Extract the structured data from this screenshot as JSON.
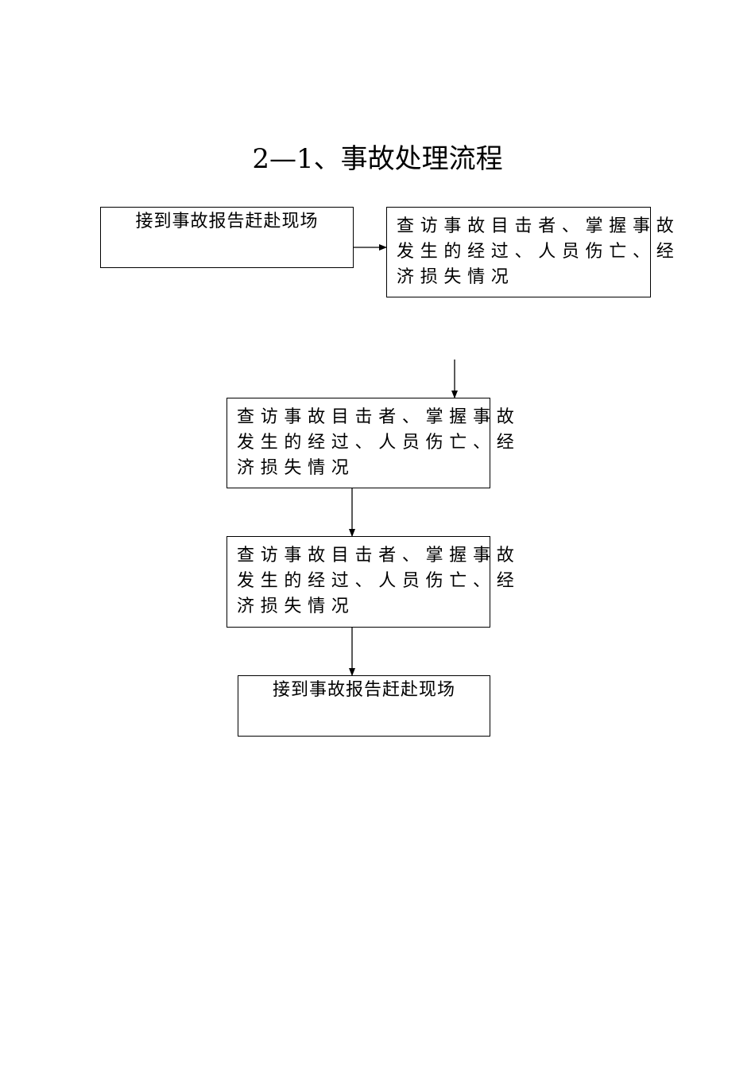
{
  "title": "2—1、事故处理流程",
  "nodes": {
    "receive_report": {
      "lines": [
        "接到事故报告赶赴现场"
      ]
    },
    "investigate_1": {
      "lines": [
        "查访事故目击者、掌握事故",
        "发生的经过、人员伤亡、经",
        "济损失情况"
      ]
    },
    "investigate_2": {
      "lines": [
        "查访事故目击者、掌握事故",
        "发生的经过、人员伤亡、经",
        "济损失情况"
      ]
    },
    "investigate_3": {
      "lines": [
        "查访事故目击者、掌握事故",
        "发生的经过、人员伤亡、经",
        "济损失情况"
      ]
    },
    "receive_report_2": {
      "lines": [
        "接到事故报告赶赴现场"
      ]
    }
  }
}
